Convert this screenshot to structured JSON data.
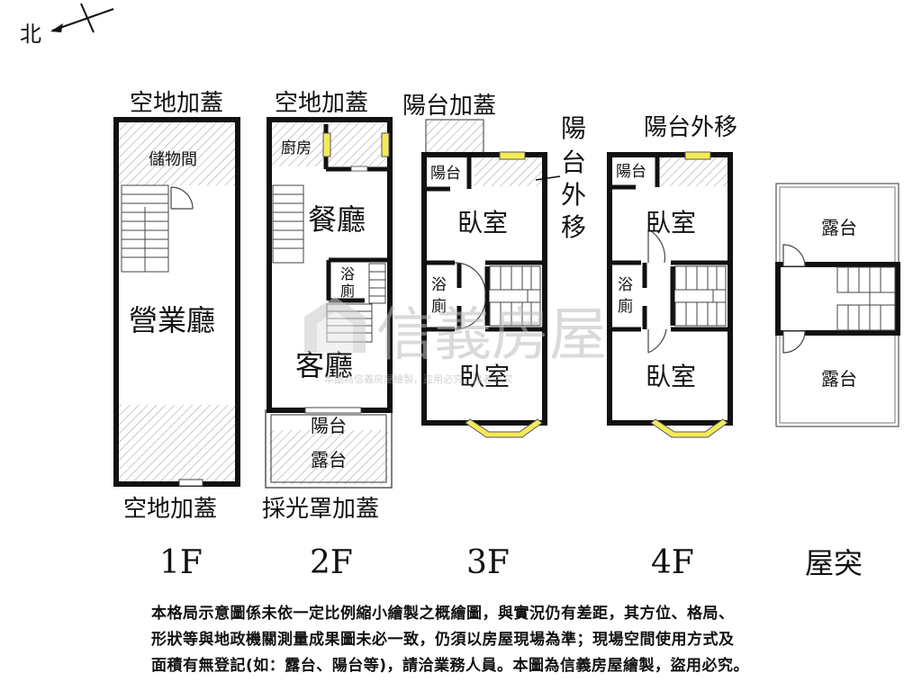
{
  "north_label": "北",
  "watermark": {
    "brand": "信義房屋",
    "notice": "本圖為信義房屋繪製，盜用必究，違者必究"
  },
  "floors": {
    "f1": {
      "name": "1F",
      "top_label": "空地加蓋",
      "bottom_label": "空地加蓋",
      "rooms": {
        "storage": "儲物間",
        "hall": "營業廳"
      }
    },
    "f2": {
      "name": "2F",
      "top_label": "空地加蓋",
      "bottom_label": "採光罩加蓋",
      "rooms": {
        "kitchen": "廚房",
        "dining": "餐廳",
        "bath_1": "浴",
        "bath_2": "廁",
        "living": "客廳",
        "balcony": "陽台",
        "terrace": "露台"
      }
    },
    "f3": {
      "name": "3F",
      "top_label": "陽台加蓋",
      "side_label_1": "陽",
      "side_label_2": "台",
      "side_label_3": "外",
      "side_label_4": "移",
      "rooms": {
        "balcony": "陽台",
        "bedroom_1": "臥室",
        "bath_1": "浴",
        "bath_2": "廁",
        "bedroom_2": "臥室"
      }
    },
    "f4": {
      "name": "4F",
      "top_label": "陽台外移",
      "rooms": {
        "balcony": "陽台",
        "bedroom_1": "臥室",
        "bath_1": "浴",
        "bath_2": "廁",
        "bedroom_2": "臥室"
      }
    },
    "roof": {
      "name": "屋突",
      "rooms": {
        "terrace_1": "露台",
        "terrace_2": "露台"
      }
    }
  },
  "disclaimer": {
    "line_1": "本格局示意圖係未依一定比例縮小繪製之概繪圖，與實況仍有差距，其方位、格局、",
    "line_2": "形狀等與地政機關測量成果圖未必一致，仍須以房屋現場為準；現場空間使用方式及",
    "line_3": "面積有無登記(如：露台、陽台等)，請洽業務人員。本圖為信義房屋繪製，盜用必究。"
  },
  "colors": {
    "wall": "#111111",
    "hatch": "#9a9a9a",
    "window": "#f3ea5a",
    "watermark": "#bdbdbd"
  }
}
